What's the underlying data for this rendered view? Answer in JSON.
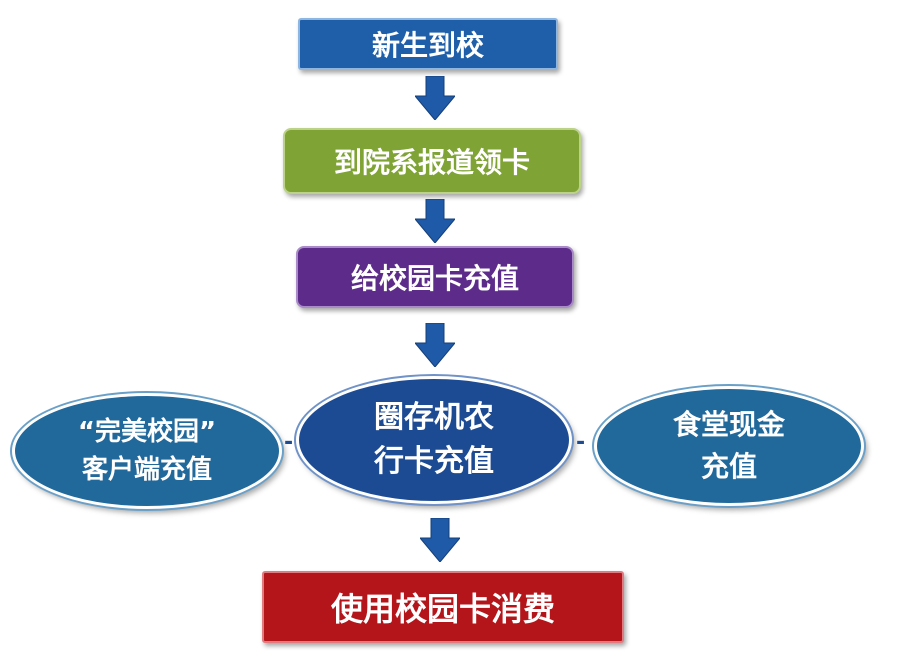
{
  "steps": {
    "step1": "新生到校",
    "step2": "到院系报道领卡",
    "step3": "给校园卡充值",
    "step5": "使用校园卡消费"
  },
  "recharge_options": {
    "left_line1": "“完美校园”",
    "left_line2": "客户端充值",
    "center_line1": "圈存机农",
    "center_line2": "行卡充值",
    "right_line1": "食堂现金",
    "right_line2": "充值"
  },
  "connectors": {
    "dash": "-"
  },
  "colors": {
    "step1_fill": "#1f5fa9",
    "step2_fill": "#7fa334",
    "step3_fill": "#5d2c8a",
    "step5_fill": "#b3151a",
    "option_fill": "#21689b",
    "center_option_fill": "#1d4b93",
    "arrow_fill": "#1f5aa8"
  },
  "icons": {
    "arrow": "arrow-down-icon"
  }
}
